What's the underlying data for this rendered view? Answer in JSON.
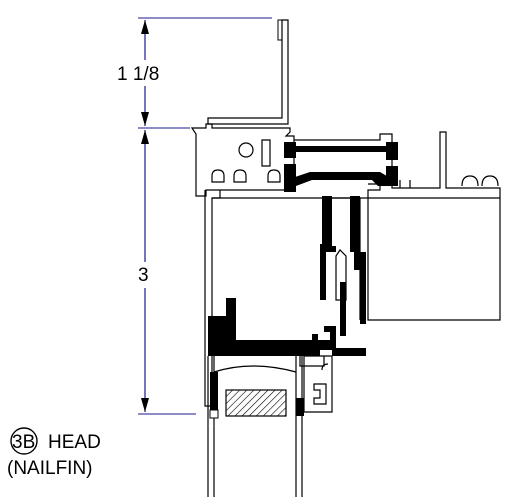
{
  "dimensions": {
    "upper_label": "1 1/8",
    "lower_label": "3"
  },
  "callout": {
    "tag": "3B",
    "title": "HEAD",
    "subtitle": "(NAILFIN)"
  },
  "colors": {
    "dimension_line": "#1a1a8c",
    "profile_outline": "#000000",
    "weatherstrip": "#000000",
    "background": "#ffffff"
  }
}
